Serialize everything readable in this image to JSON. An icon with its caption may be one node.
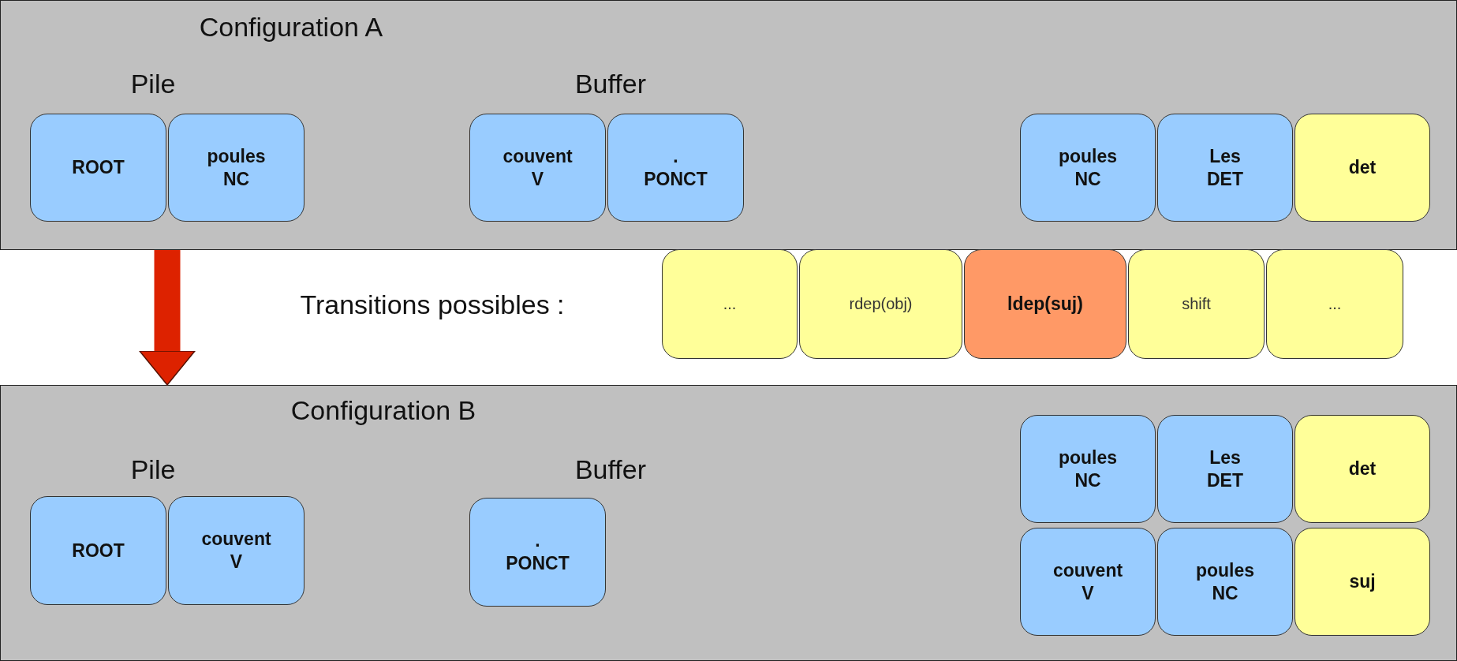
{
  "diagram": {
    "nodes": [
      {
        "text": [
          "Configuration A"
        ]
      },
      {
        "text": [
          "ROOT"
        ],
        "in": 0
      },
      {
        "text": [
          "poules",
          "NC"
        ],
        "in": 0
      },
      {
        "text": [
          "couvent",
          "V"
        ],
        "in": 0
      },
      {
        "text": [
          ".",
          "PONCT"
        ],
        "in": 0
      },
      {
        "text": [
          "poules",
          "NC"
        ],
        "in": 0
      },
      {
        "text": [
          "Les",
          "DET"
        ],
        "in": 0
      },
      {
        "text": [
          "det"
        ],
        "in": 0
      },
      {
        "text": [
          "..."
        ]
      },
      {
        "text": [
          "rdep(obj)"
        ]
      },
      {
        "text": [
          "ldep(suj)"
        ]
      },
      {
        "text": [
          "shift"
        ]
      },
      {
        "text": [
          "..."
        ]
      },
      {
        "text": [
          "Configuration B"
        ]
      },
      {
        "text": [
          "ROOT"
        ],
        "in": 13
      },
      {
        "text": [
          "couvent",
          "V"
        ],
        "in": 13
      },
      {
        "text": [
          ".",
          "PONCT"
        ],
        "in": 13
      },
      {
        "text": [
          "poules",
          "NC"
        ],
        "in": 13
      },
      {
        "text": [
          "Les",
          "DET"
        ],
        "in": 13
      },
      {
        "text": [
          "det"
        ],
        "in": 13
      },
      {
        "text": [
          "couvent",
          "V"
        ],
        "in": 13
      },
      {
        "text": [
          "poules",
          "NC"
        ],
        "in": 13
      },
      {
        "text": [
          "suj"
        ],
        "in": 13
      }
    ],
    "edges": [
      {
        "from": 0,
        "to": 13,
        "arrow": "to",
        "color": "#dd2200"
      }
    ],
    "labels": [
      "Pile",
      "Buffer",
      "Transitions possibles :",
      "Pile",
      "Buffer"
    ]
  }
}
